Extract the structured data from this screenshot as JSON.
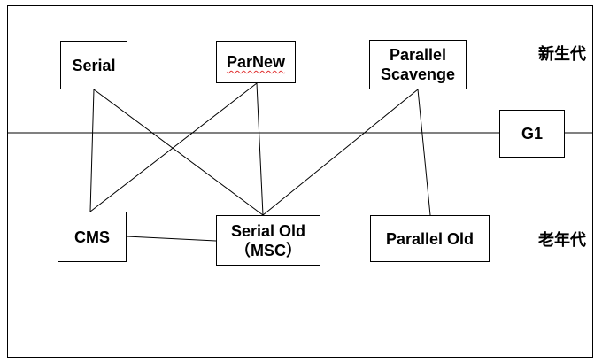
{
  "collectors": {
    "serial": "Serial",
    "parnew": "ParNew",
    "parallel_scavenge": "Parallel\nScavenge",
    "g1": "G1",
    "cms": "CMS",
    "serial_old": "Serial Old\n（MSC）",
    "parallel_old": "Parallel Old"
  },
  "regions": {
    "young": "新生代",
    "old": "老年代"
  },
  "connections": [
    [
      "serial",
      "cms"
    ],
    [
      "serial",
      "serial_old"
    ],
    [
      "parnew",
      "cms"
    ],
    [
      "parnew",
      "serial_old"
    ],
    [
      "parallel_scavenge",
      "serial_old"
    ],
    [
      "parallel_scavenge",
      "parallel_old"
    ],
    [
      "cms",
      "serial_old"
    ]
  ]
}
